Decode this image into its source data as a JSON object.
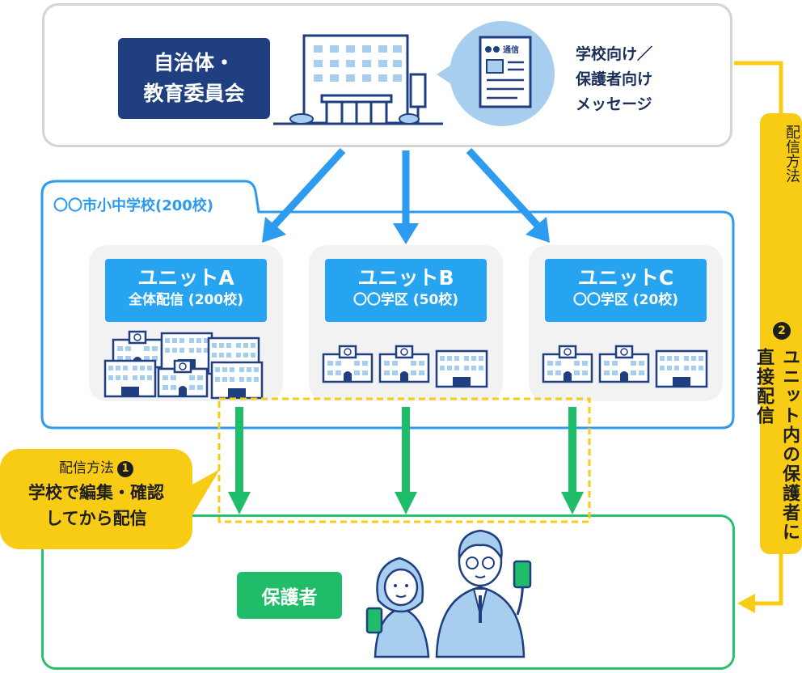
{
  "colors": {
    "navy": "#1f3f80",
    "blue": "#27a4f0",
    "light_blue": "#a7cdef",
    "green": "#1fbd6a",
    "yellow": "#f8cc14",
    "gray": "#d4d4d4"
  },
  "authority": {
    "label": "自治体・\n教育委員会",
    "message": "学校向け／\n保護者向け\nメッセージ",
    "newsletter_label": "通信"
  },
  "schools": {
    "title": "〇〇市小中学校(200校)"
  },
  "units": [
    {
      "name": "ユニットA",
      "sub": "全体配信 (200校)"
    },
    {
      "name": "ユニットB",
      "sub": "〇〇学区 (50校)"
    },
    {
      "name": "ユニットC",
      "sub": "〇〇学区 (20校)"
    }
  ],
  "method1": {
    "head": "配信方法",
    "num": "1",
    "body": "学校で編集・確認\nしてから配信"
  },
  "method2": {
    "head": "配信方法",
    "num": "2",
    "body": "ユニット内の保護者に直接配信"
  },
  "parents": {
    "label": "保護者"
  }
}
